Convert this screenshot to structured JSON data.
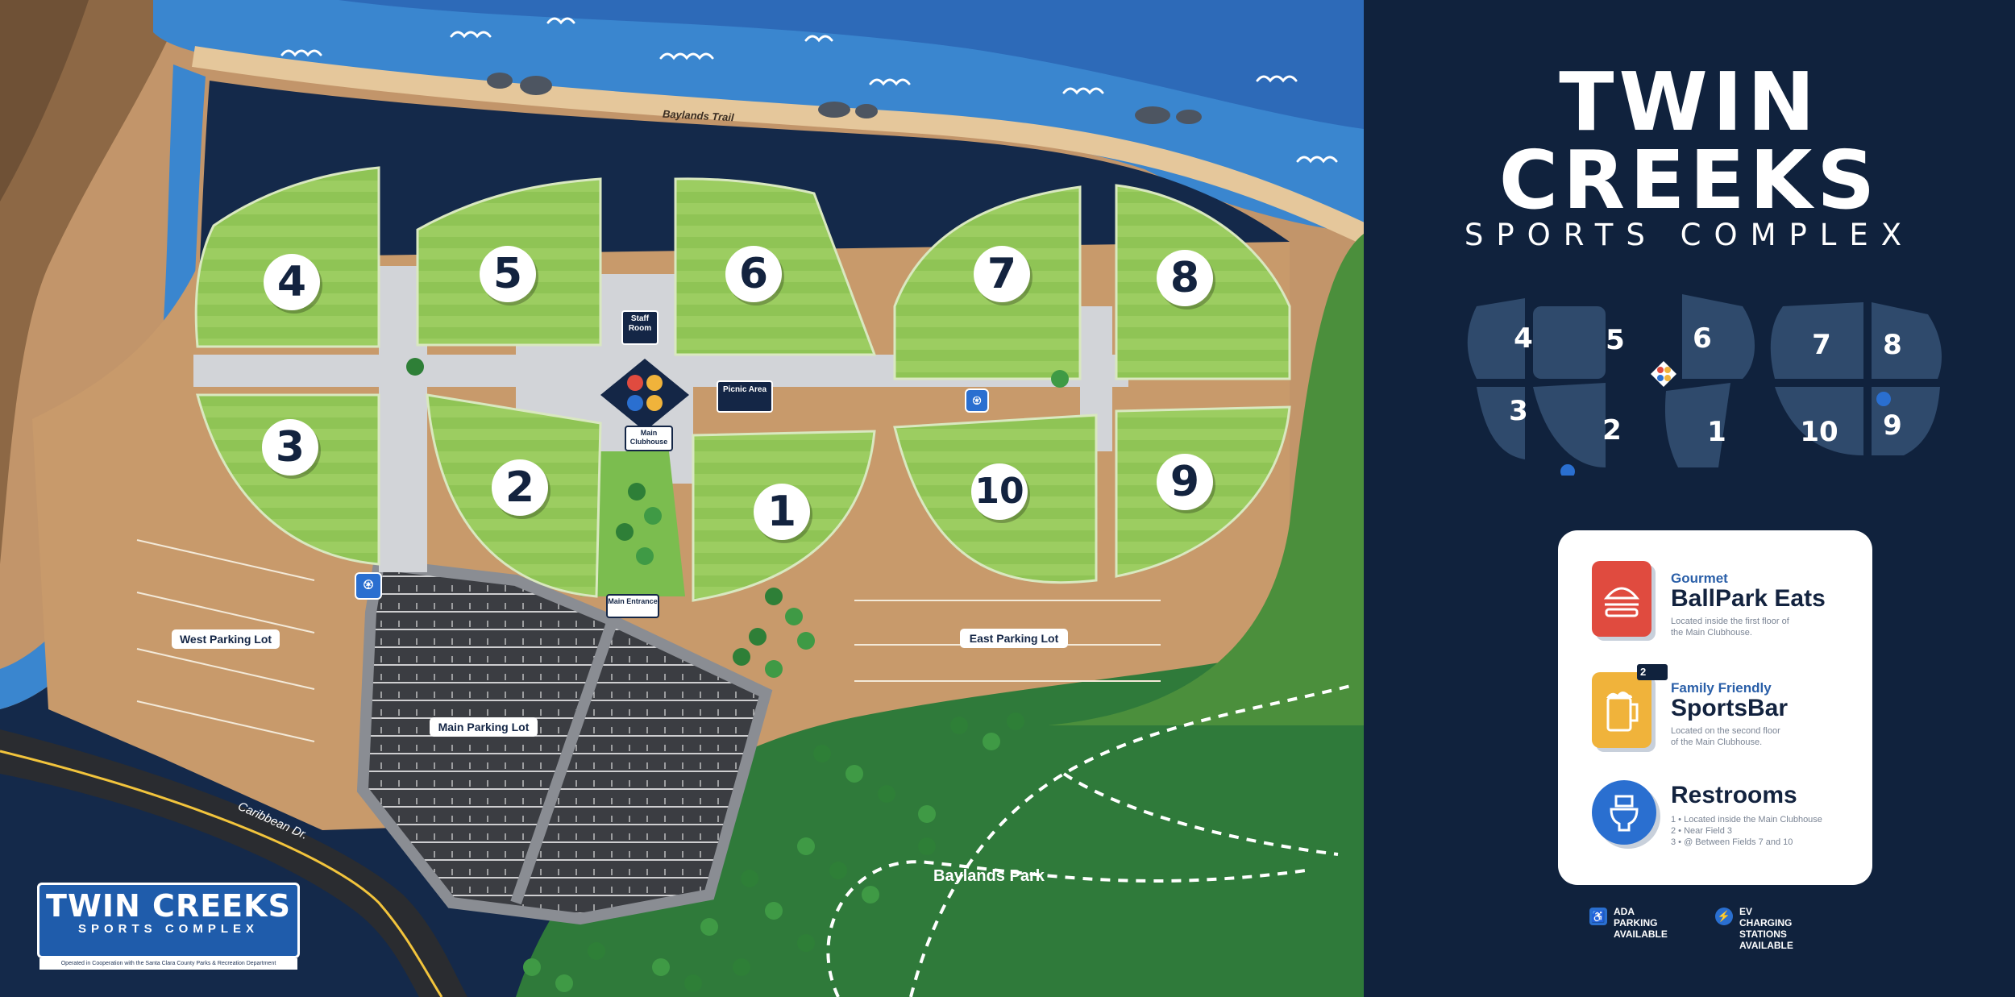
{
  "brand": {
    "title_line1": "TWIN",
    "title_line2": "CREEKS",
    "title_line3": "SPORTS COMPLEX",
    "logo_line1": "TWIN CREEKS",
    "logo_line2": "SPORTS COMPLEX",
    "logo_note": "Operated in Cooperation with the Santa Clara County Parks & Recreation Department"
  },
  "fields": [
    {
      "number": "4"
    },
    {
      "number": "5"
    },
    {
      "number": "6"
    },
    {
      "number": "7"
    },
    {
      "number": "8"
    },
    {
      "number": "3"
    },
    {
      "number": "2"
    },
    {
      "number": "1"
    },
    {
      "number": "10"
    },
    {
      "number": "9"
    }
  ],
  "map_labels": {
    "trail": "Baylands Trail",
    "staff_room": "Staff Room",
    "picnic_area": "Picnic Area",
    "main_clubhouse": "Main Clubhouse",
    "main_entrance": "Main Entrance",
    "west_lot": "West Parking Lot",
    "east_lot": "East Parking Lot",
    "main_lot": "Main Parking Lot",
    "road": "Caribbean Dr.",
    "park": "Baylands Park"
  },
  "mini_map": {
    "numbers": [
      "4",
      "5",
      "6",
      "7",
      "8",
      "3",
      "2",
      "1",
      "10",
      "9"
    ]
  },
  "info": {
    "eats": {
      "kicker": "Gourmet",
      "title": "BallPark Eats",
      "desc": "Located inside the first floor of\nthe Main Clubhouse."
    },
    "sportsbar": {
      "kicker": "Family Friendly",
      "title": "SportsBar",
      "badge": "2",
      "desc": "Located on the second floor\nof the Main Clubhouse."
    },
    "restrooms": {
      "title": "Restrooms",
      "desc": "1 • Located inside the Main Clubhouse\n2 • Near Field 3\n3 • @ Between Fields 7 and 10"
    }
  },
  "legend": {
    "ada": "ADA PARKING\nAVAILABLE",
    "ev": "EV CHARGING\nSTATIONS AVAILABLE"
  },
  "colors": {
    "navy": "#10223d",
    "water": "#3f8fd6",
    "grass": "#8cc152",
    "dirt": "#c89a6b",
    "eats_red": "#e04b3f",
    "bar_yellow": "#f0b33b",
    "restroom_blue": "#2a6fd0"
  }
}
